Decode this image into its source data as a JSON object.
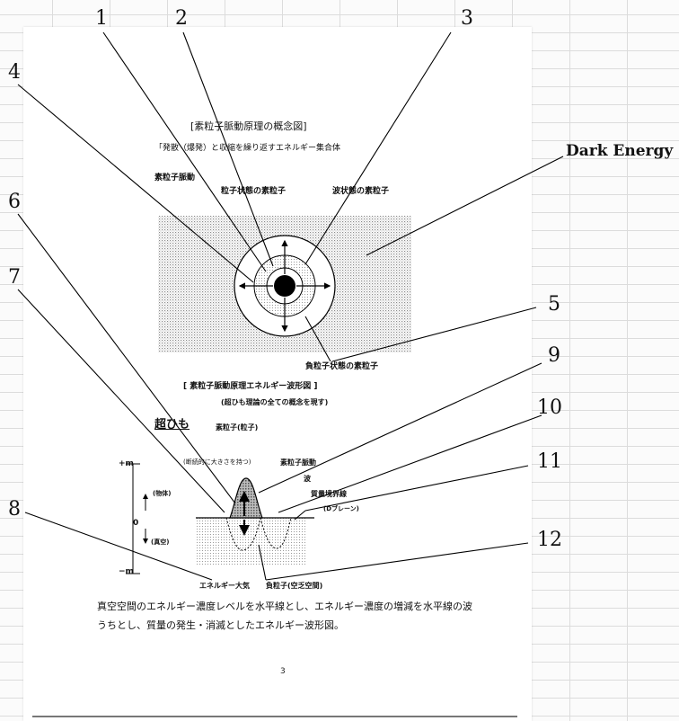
{
  "callouts": {
    "n1": "1",
    "n2": "2",
    "n3": "3",
    "n4": "4",
    "n5": "5",
    "n6": "6",
    "n7": "7",
    "n8": "8",
    "n9": "9",
    "n10": "10",
    "n11": "11",
    "n12": "12",
    "dark_energy": "Dark Energy"
  },
  "concept_diagram": {
    "title": "[素粒子脈動原理の概念図]",
    "subtitle": "「発散（爆発）と収縮を繰り返すエネルギー集合体",
    "label_pulsation": "素粒子脈動",
    "label_particle_state": "粒子状態の素粒子",
    "label_wave_state": "波状態の素粒子",
    "label_negative": "負粒子状態の素粒子"
  },
  "wave_diagram": {
    "title": "[ 素粒子脈動原理エネルギー波形図 ]",
    "subtitle": "(超ひも理論の全ての概念を現す)",
    "heading": "超ひも",
    "label_particle": "素粒子(粒子)",
    "label_discrete": "(断続的に大きさを持つ)",
    "label_pulsation": "素粒子脈動",
    "label_wave": "波",
    "label_mass_boundary": "質量境界線",
    "label_dbrane": "(Dブレーン)",
    "label_matter": "(物体)",
    "label_vacuum": "(真空)",
    "label_energy_atmosphere": "エネルギー大気",
    "label_negative": "負粒子(空乏空間)",
    "axis_plus": "+m",
    "axis_zero": "0",
    "axis_minus": "−m"
  },
  "description": "真空空間のエネルギー濃度レベルを水平線とし、エネルギー濃度の増減を水平線の波うちとし、質量の発生・消滅としたエネルギー波形図。",
  "page_number": "3"
}
